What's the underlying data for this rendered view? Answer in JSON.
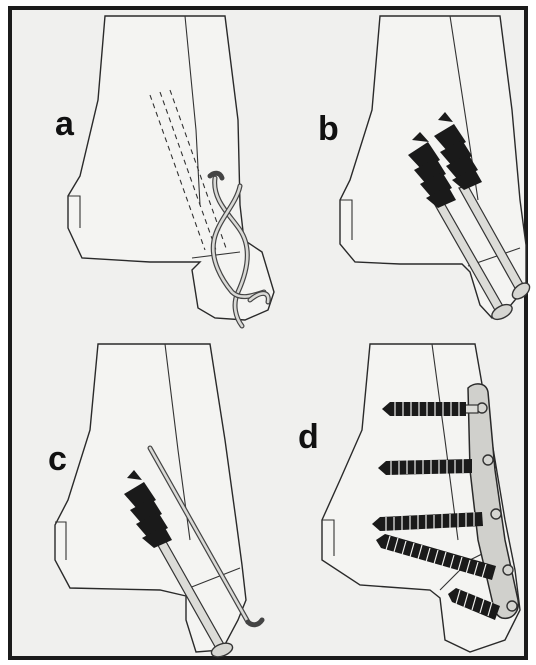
{
  "figure": {
    "panels": [
      {
        "label": "a",
        "content": "tension-band-wiring"
      },
      {
        "label": "b",
        "content": "two-cancellous-lag-screws"
      },
      {
        "label": "c",
        "content": "lag-screw-and-k-wire"
      },
      {
        "label": "d",
        "content": "lateral-plate-with-screws"
      }
    ]
  },
  "colors": {
    "frame": "#1b1b1b",
    "background": "#f0f0ee",
    "bone": "#f4f4f2",
    "implant": "#d6d6d2",
    "thread": "#1a1a1a"
  }
}
